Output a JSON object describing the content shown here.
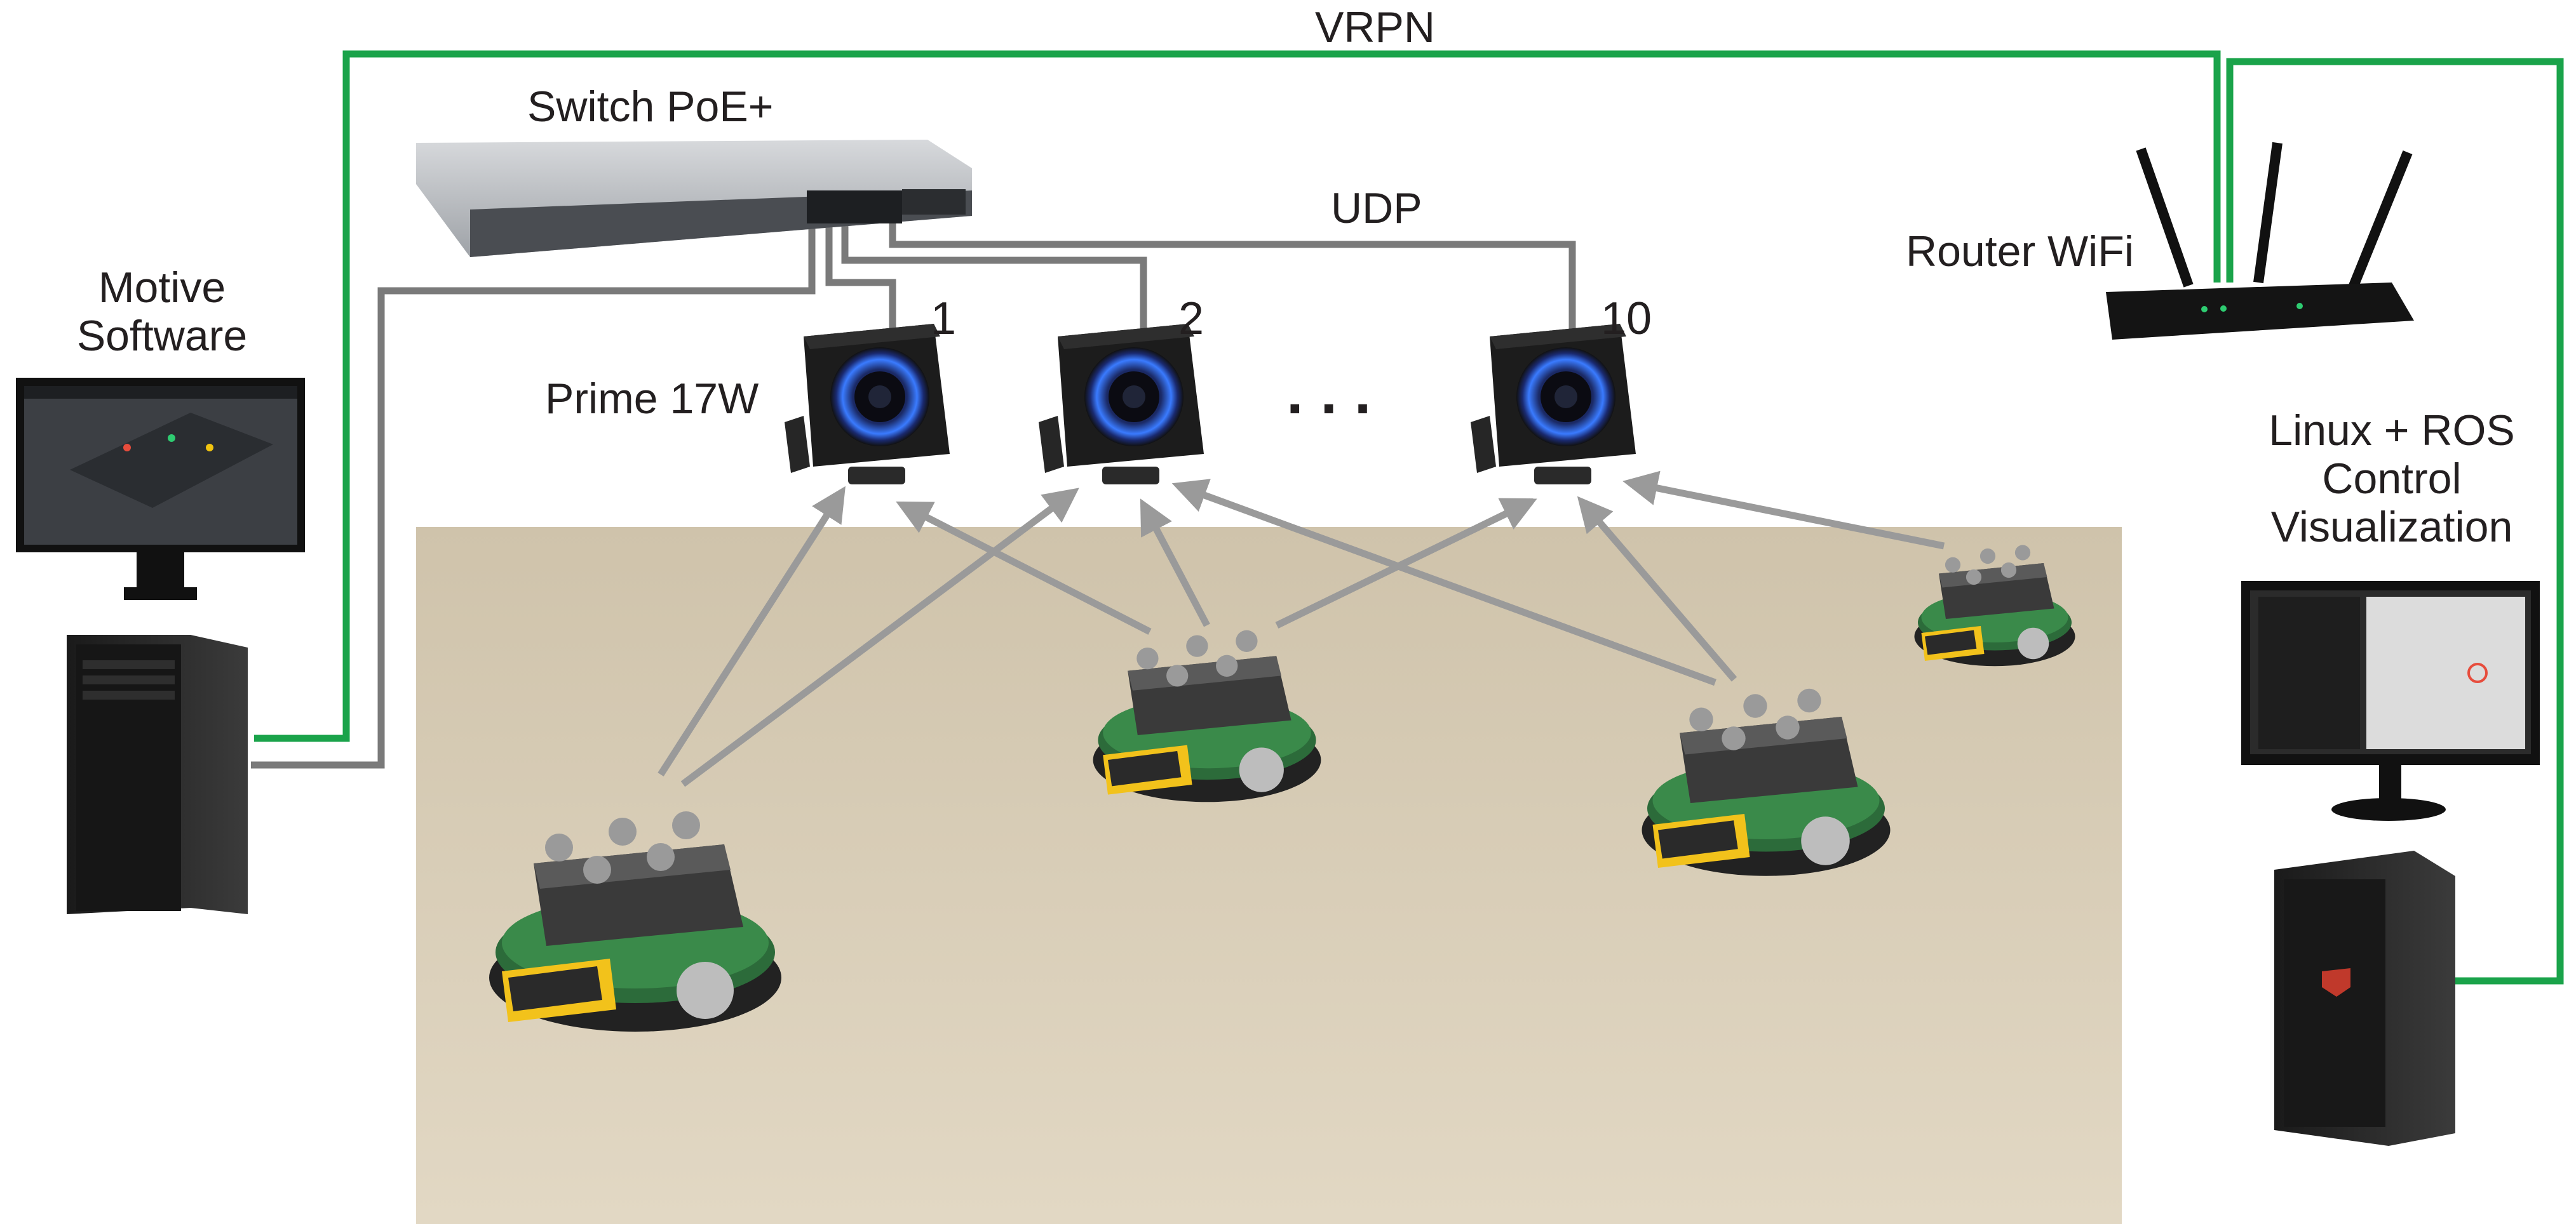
{
  "labels": {
    "vrpn": "VRPN",
    "udp": "UDP",
    "switch": "Switch PoE+",
    "router": "Router WiFi",
    "motive_line1": "Motive",
    "motive_line2": "Software",
    "camera_model": "Prime 17W",
    "cam1": "1",
    "cam2": "2",
    "cam10": "10",
    "ellipsis": ". . .",
    "linux_line1": "Linux + ROS",
    "linux_line2": "Control",
    "linux_line3": "Visualization"
  },
  "colors": {
    "vrpn_link": "#1aa34a",
    "udp_link": "#7a7a7a",
    "tracking_arrow": "#9a9a9a",
    "floor": "#d8ccb4",
    "camera_ring": "#3a7bff",
    "robot_accent": "#f2c21b"
  },
  "icons": {
    "switch": "network-switch-icon",
    "router": "wifi-router-icon",
    "camera": "motion-capture-camera-icon",
    "workstation": "pc-tower-icon",
    "monitor": "monitor-icon",
    "robot": "mobile-robot-icon"
  }
}
